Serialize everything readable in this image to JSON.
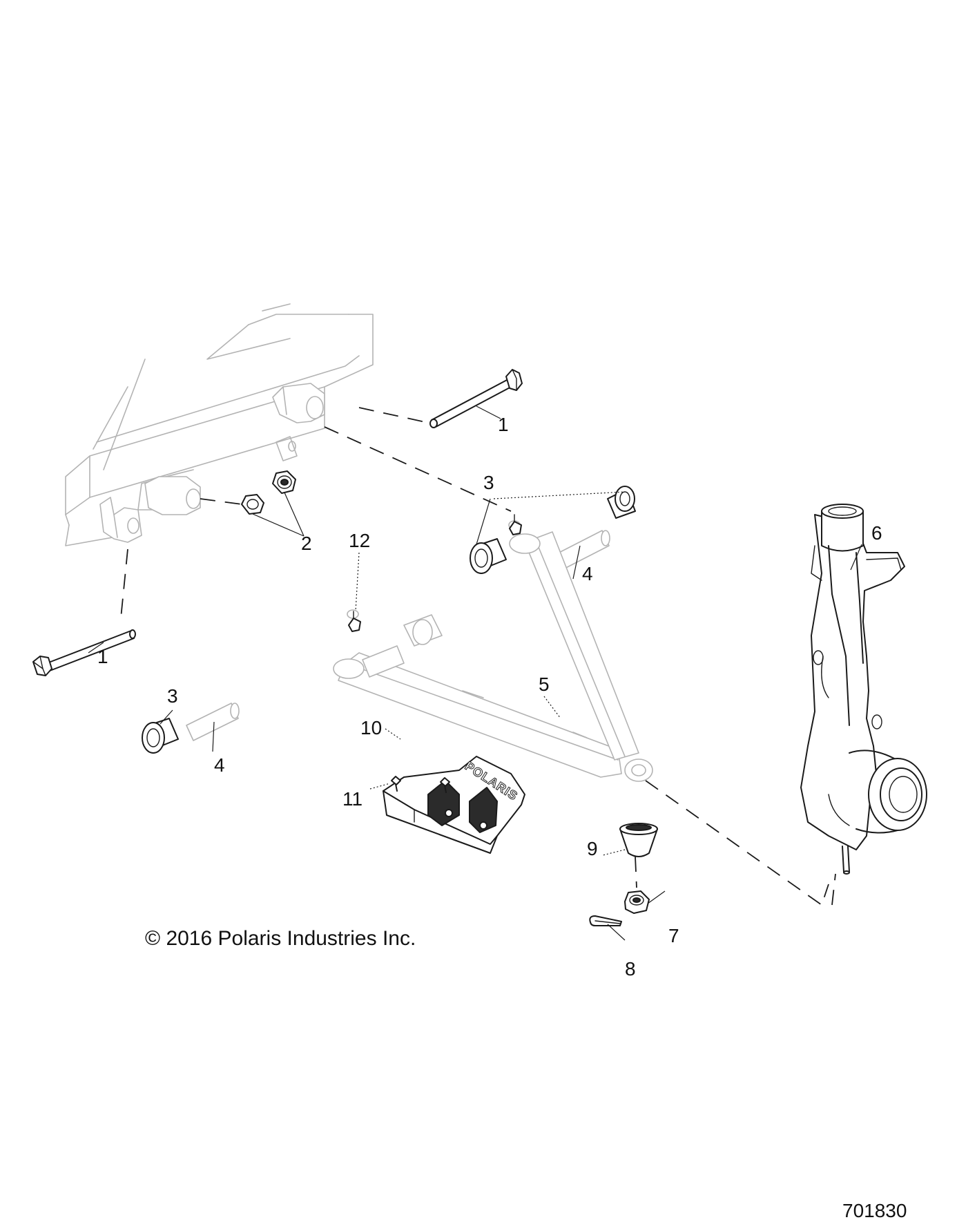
{
  "callouts": {
    "c1a": "1",
    "c1b": "1",
    "c2": "2",
    "c3a": "3",
    "c3b": "3",
    "c4a": "4",
    "c4b": "4",
    "c5": "5",
    "c6": "6",
    "c7": "7",
    "c8": "8",
    "c9": "9",
    "c10": "10",
    "c11": "11",
    "c12": "12"
  },
  "copyright": "© 2016 Polaris Industries Inc.",
  "drawing_number": "701830",
  "logo_text": "POLARIS",
  "colors": {
    "line": "#1a1a1a",
    "ghost": "#b3b3b3",
    "background": "#ffffff"
  }
}
